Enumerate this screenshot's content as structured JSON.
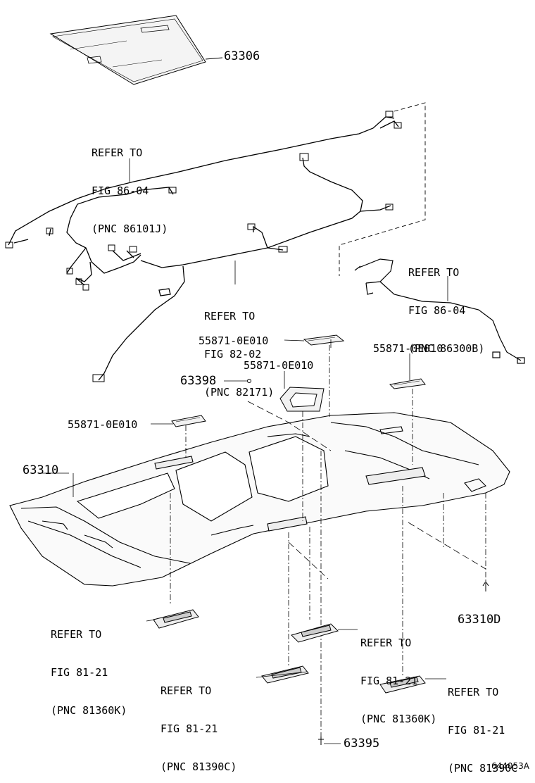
{
  "parts": {
    "p63306": "63306",
    "p63398": "63398",
    "p63310": "63310",
    "p63310d": "63310D",
    "p63395": "63395",
    "p55871_a": "55871-0E010",
    "p55871_b": "55871-0E010",
    "p55871_c": "55871-0E010",
    "p55871_d": "55871-0E010"
  },
  "refs": {
    "r86101j": [
      "REFER TO",
      "FIG 86-04",
      "(PNC 86101J)"
    ],
    "r82171": [
      "REFER TO",
      "FIG 82-02",
      "(PNC 82171)"
    ],
    "r86300b": [
      "REFER TO",
      "FIG 86-04",
      "(PNC 86300B)"
    ],
    "r81360k_left": [
      "REFER TO",
      "FIG 81-21",
      "(PNC 81360K)"
    ],
    "r81360k_right": [
      "REFER TO",
      "FIG 81-21",
      "(PNC 81360K)"
    ],
    "r81390c_left": [
      "REFER TO",
      "FIG 81-21",
      "(PNC 81390C)"
    ],
    "r81390c_right": [
      "REFER TO",
      "FIG 81-21",
      "(PNC 81390C"
    ]
  },
  "figure_code": "644053A"
}
